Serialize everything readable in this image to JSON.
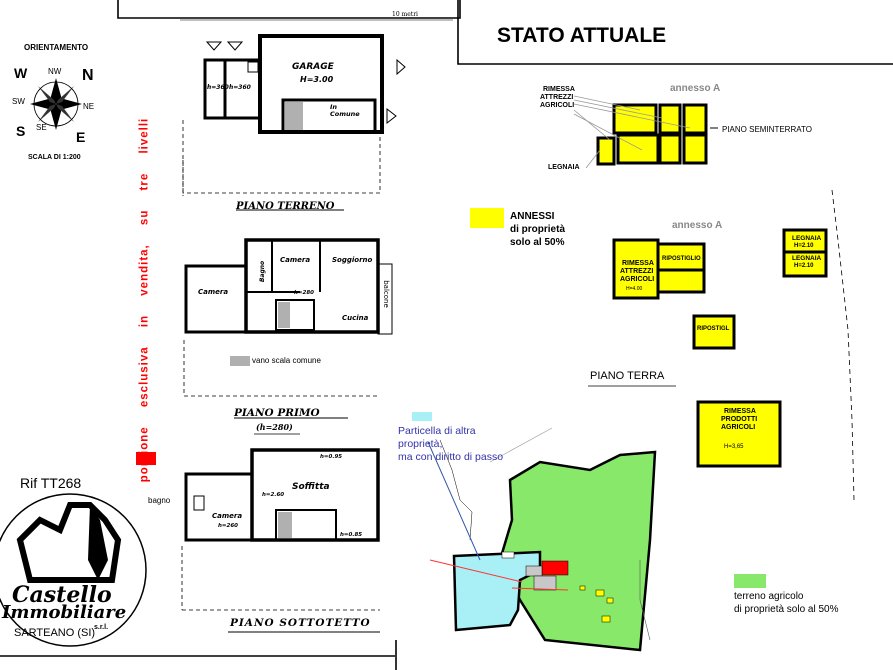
{
  "header": {
    "title": "STATO ATTUALE",
    "scale_bar": "10 metri"
  },
  "compass": {
    "label": "ORIENTAMENTO",
    "scale": "SCALA DI 1:200",
    "points": [
      "N",
      "NE",
      "E",
      "SE",
      "S",
      "SW",
      "W",
      "NW"
    ]
  },
  "reference": "Rif TT268",
  "logo": {
    "name_line1": "Castello",
    "name_line2": "Immobiliare",
    "suffix": "s.r.l.",
    "town": "SARTEANO (SI)"
  },
  "vertical_note": "porzione esclusiva in vendita, su tre livelli",
  "floors": {
    "terreno": {
      "title": "PIANO TERRENO",
      "rooms": {
        "garage": "GARAGE",
        "garage_h": "H=3.00",
        "comune": "In Comune",
        "h1": "h=360",
        "h2": "h=360"
      }
    },
    "primo": {
      "title": "PIANO PRIMO",
      "subtitle": "(h=280)",
      "rooms": {
        "camera1": "Camera",
        "bagno": "Bagno",
        "camera2": "Camera",
        "soggiorno": "Soggiorno",
        "cucina": "Cucina",
        "balcone": "balcone",
        "h": "h=280"
      },
      "legend": "vano scala comune"
    },
    "sottotetto": {
      "title": "PIANO SOTTOTETTO",
      "rooms": {
        "soffitta": "Soffitta",
        "camera": "Camera",
        "h_camera": "h=260",
        "h_top": "h=0.95",
        "h_stair": "h=2.60",
        "h_min": "h=0.85"
      },
      "bagno": "bagno"
    }
  },
  "annexes": {
    "annesso_a_top": "annesso A",
    "annesso_a_mid": "annesso A",
    "rimessa_attrezzi_line1": "RIMESSA",
    "rimessa_attrezzi_line2": "ATTREZZI",
    "rimessa_attrezzi_line3": "AGRICOLI",
    "legnaia": "LEGNAIA",
    "piano_seminterrato": "PIANO SEMINTERRATO",
    "legend_title": "ANNESSI",
    "legend_line2": "di proprietà",
    "legend_line3": "solo al 50%",
    "rimessa_mid_line1": "RIMESSA",
    "rimessa_mid_line2": "ATTREZZI",
    "rimessa_mid_line3": "AGRICOLI",
    "rimessa_mid_h": "H=4.00",
    "ripostiglio1": "RIPOSTIGLIO",
    "ripostiglio2": "RIPOSTIGL",
    "legnaia2_line1": "LEGNAIA",
    "legnaia2_line2": "H=2.10",
    "legnaia3_line1": "LEGNAIA",
    "legnaia3_line2": "H=2.10",
    "piano_terra": "PIANO   TERRA",
    "rimessa_prodotti_line1": "RIMESSA",
    "rimessa_prodotti_line2": "PRODOTTI",
    "rimessa_prodotti_line3": "AGRICOLI",
    "rimessa_prodotti_h": "H=3,65"
  },
  "site": {
    "particella_line1": "Particella di altra",
    "particella_line2": "proprietà,",
    "particella_line3": "ma con diritto di passo",
    "terreno_line1": "terreno agricolo",
    "terreno_line2": "di proprietà solo al 50%"
  },
  "colors": {
    "annex_yellow": "#ffff00",
    "land_green": "#88e86a",
    "particella_cyan": "#a8f0f5",
    "exclusive_red": "#ff0000",
    "stair_gray": "#b0b0b0",
    "note_blue": "#3333aa"
  }
}
